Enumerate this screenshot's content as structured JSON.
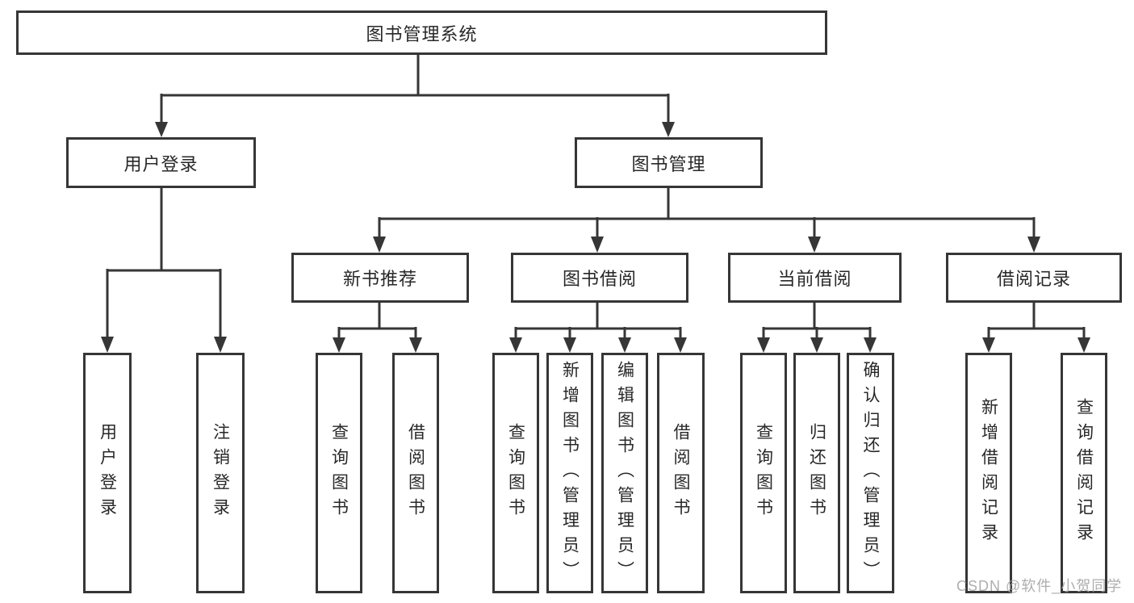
{
  "tree": {
    "label": "图书管理系统",
    "children": [
      {
        "label": "用户登录",
        "children": [
          {
            "label": "用户登录"
          },
          {
            "label": "注销登录"
          }
        ]
      },
      {
        "label": "图书管理",
        "children": [
          {
            "label": "新书推荐",
            "children": [
              {
                "label": "查询图书"
              },
              {
                "label": "借阅图书"
              }
            ]
          },
          {
            "label": "图书借阅",
            "children": [
              {
                "label": "查询图书"
              },
              {
                "label": "新增图书（管理员）"
              },
              {
                "label": "编辑图书（管理员）"
              },
              {
                "label": "借阅图书"
              }
            ]
          },
          {
            "label": "当前借阅",
            "children": [
              {
                "label": "查询图书"
              },
              {
                "label": "归还图书"
              },
              {
                "label": "确认归还（管理员）"
              }
            ]
          },
          {
            "label": "借阅记录",
            "children": [
              {
                "label": "新增借阅记录"
              },
              {
                "label": "查询借阅记录"
              }
            ]
          }
        ]
      }
    ]
  },
  "watermark": {
    "text": "CSDN @软件_小贺同学"
  },
  "colors": {
    "line": "#363636",
    "box_border": "#363636",
    "text": "#282828",
    "watermark": "#a0a0a0",
    "background": "#ffffff"
  }
}
